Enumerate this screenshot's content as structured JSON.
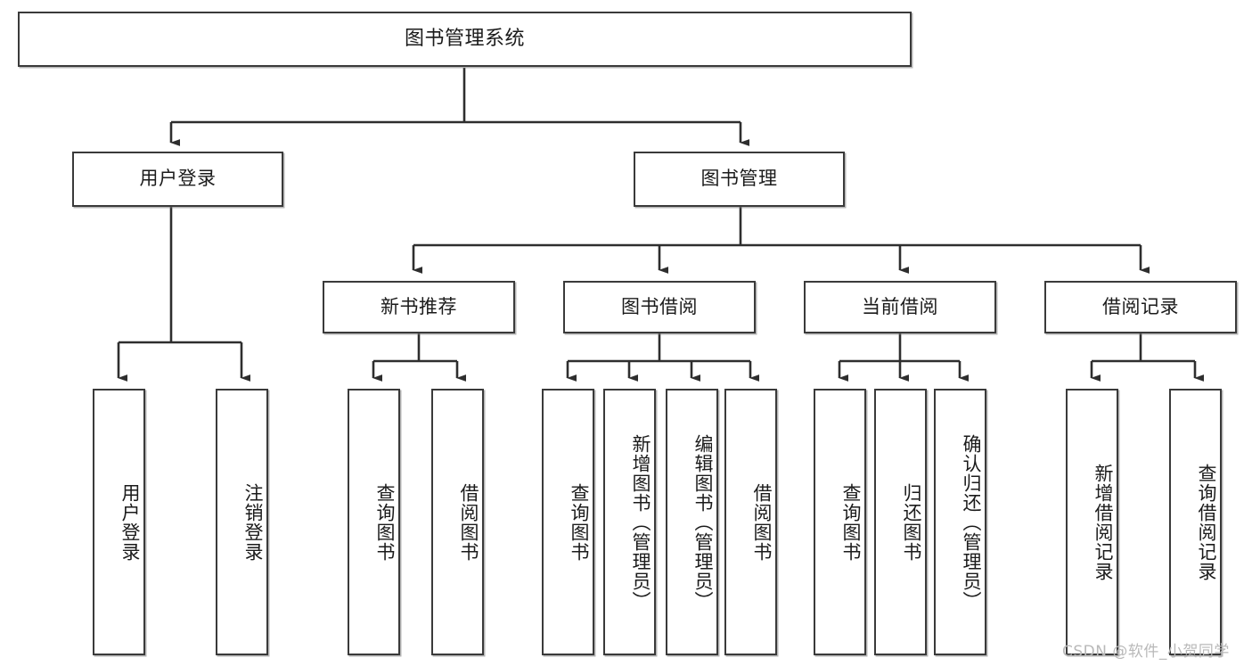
{
  "diagram": {
    "title": "图书管理系统",
    "type": "tree-hierarchy",
    "watermark": "CSDN @软件_小贺同学",
    "colors": {
      "box_border": "#3a3a3a",
      "box_fill": "#ffffff",
      "edge": "#2e2e2e",
      "text": "#1b1b1b",
      "watermark": "#b9b9b9"
    },
    "nodes": {
      "root": {
        "label": "图书管理系统"
      },
      "level1": [
        {
          "id": "user-login",
          "label": "用户登录"
        },
        {
          "id": "book-manage",
          "label": "图书管理"
        }
      ],
      "level2": [
        {
          "id": "new-book-recommend",
          "label": "新书推荐"
        },
        {
          "id": "book-borrow",
          "label": "图书借阅"
        },
        {
          "id": "current-borrow",
          "label": "当前借阅"
        },
        {
          "id": "borrow-record",
          "label": "借阅记录"
        }
      ],
      "leaves": {
        "user_login": [
          {
            "id": "leaf-user-login",
            "label": "用户登录"
          },
          {
            "id": "leaf-logout-login",
            "label": "注销登录"
          }
        ],
        "new_book_recommend": [
          {
            "id": "leaf-query-book-1",
            "label": "查询图书"
          },
          {
            "id": "leaf-borrow-book-1",
            "label": "借阅图书"
          }
        ],
        "book_borrow": [
          {
            "id": "leaf-query-book-2",
            "label": "查询图书"
          },
          {
            "id": "leaf-add-book",
            "label": "新增图书（管理员）"
          },
          {
            "id": "leaf-edit-book",
            "label": "编辑图书（管理员）"
          },
          {
            "id": "leaf-borrow-book-2",
            "label": "借阅图书"
          }
        ],
        "current_borrow": [
          {
            "id": "leaf-query-book-3",
            "label": "查询图书"
          },
          {
            "id": "leaf-return-book",
            "label": "归还图书"
          },
          {
            "id": "leaf-confirm-return",
            "label": "确认归还（管理员）"
          }
        ],
        "borrow_record": [
          {
            "id": "leaf-add-borrow-record",
            "label": "新增借阅记录"
          },
          {
            "id": "leaf-query-borrow-record",
            "label": "查询借阅记录"
          }
        ]
      }
    }
  }
}
